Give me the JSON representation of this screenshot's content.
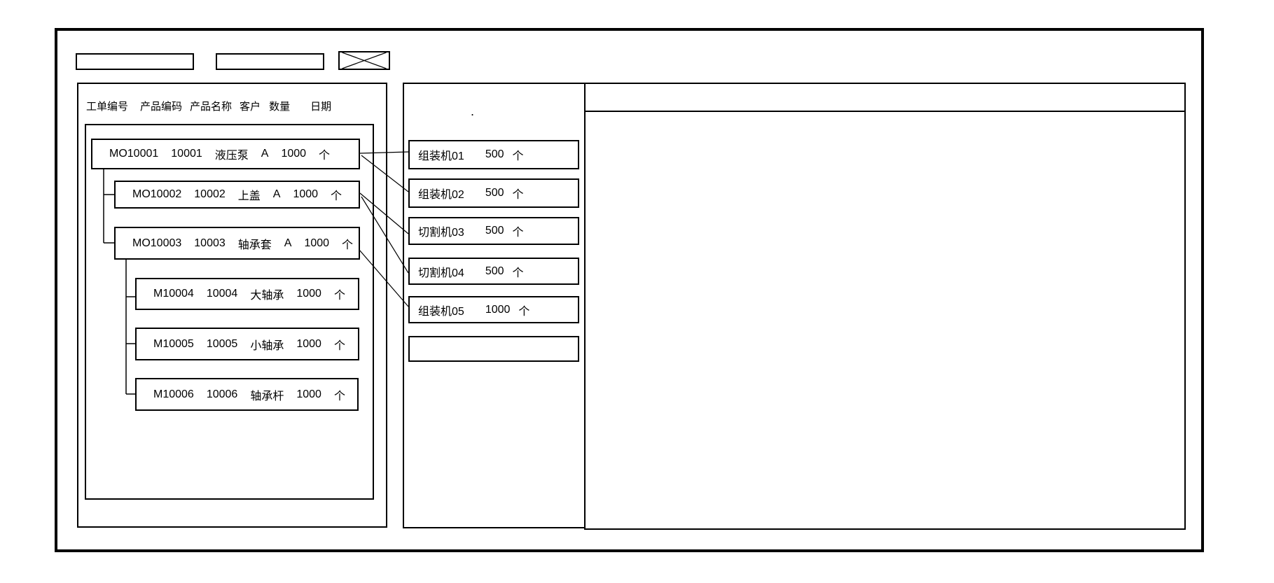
{
  "theme": {
    "line_color": "#000000",
    "background": "#ffffff",
    "text_color": "#000000"
  },
  "toolbar": {
    "field1_value": "",
    "field2_value": "",
    "image_placeholder": "crossed-box"
  },
  "left_panel": {
    "columns": [
      "工单编号",
      "产品编码",
      "产品名称",
      "客户",
      "数量",
      "日期"
    ],
    "rows": [
      {
        "order_no": "MO10001",
        "product_code": "10001",
        "product_name": "液压泵",
        "customer": "A",
        "qty": "1000",
        "unit": "个",
        "level": 0
      },
      {
        "order_no": "MO10002",
        "product_code": "10002",
        "product_name": "上盖",
        "customer": "A",
        "qty": "1000",
        "unit": "个",
        "level": 1
      },
      {
        "order_no": "MO10003",
        "product_code": "10003",
        "product_name": "轴承套",
        "customer": "A",
        "qty": "1000",
        "unit": "个",
        "level": 1
      },
      {
        "order_no": "M10004",
        "product_code": "10004",
        "product_name": "大轴承",
        "customer": "",
        "qty": "1000",
        "unit": "个",
        "level": 2
      },
      {
        "order_no": "M10005",
        "product_code": "10005",
        "product_name": "小轴承",
        "customer": "",
        "qty": "1000",
        "unit": "个",
        "level": 2
      },
      {
        "order_no": "M10006",
        "product_code": "10006",
        "product_name": "轴承杆",
        "customer": "",
        "qty": "1000",
        "unit": "个",
        "level": 2
      }
    ]
  },
  "machine_panel": {
    "header_dot": ".",
    "rows": [
      {
        "machine": "组装机01",
        "qty": "500",
        "unit": "个"
      },
      {
        "machine": "组装机02",
        "qty": "500",
        "unit": "个"
      },
      {
        "machine": "切割机03",
        "qty": "500",
        "unit": "个"
      },
      {
        "machine": "切割机04",
        "qty": "500",
        "unit": "个"
      },
      {
        "machine": "组装机05",
        "qty": "1000",
        "unit": "个"
      },
      {
        "machine": "",
        "qty": "",
        "unit": ""
      }
    ]
  },
  "right_panel": {
    "header_text": ""
  }
}
